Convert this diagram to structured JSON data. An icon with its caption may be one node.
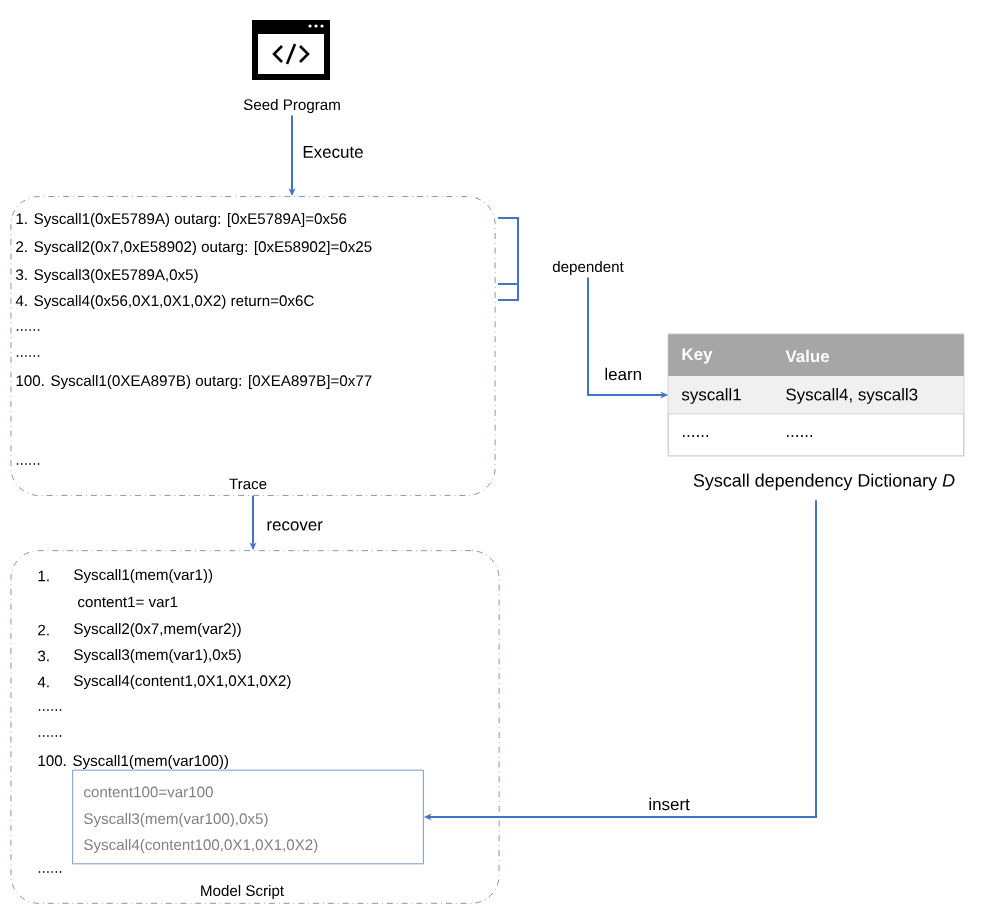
{
  "diagram": {
    "nodes": [
      {
        "text": [
          "Seed Program"
        ]
      },
      {
        "text": [
          "1. Syscall1(0xE5789A) outarg: [0xE5789A]=0x56",
          "2. Syscall2(0x7,0xE58902) outarg: [0xE58902]=0x25",
          "3. Syscall3(0xE5789A,0x5)",
          "4. Syscall4(0x56,0X1,0X1,0X2) return=0x6C",
          "......",
          "......",
          "100. Syscall1(0XEA897B) outarg: [0XEA897B]=0x77",
          "......",
          "Trace"
        ]
      },
      {
        "text": [
          "Key",
          "Value",
          "syscall1",
          "Syscall4, syscall3",
          "......",
          "......"
        ],
        "beside": [
          "Syscall dependency Dictionary *D*"
        ]
      },
      {
        "text": [
          "1.",
          "Syscall1(mem(var1))",
          "content1= var1",
          "2.",
          "Syscall2(0x7,mem(var2))",
          "3.",
          "Syscall3(mem(var1),0x5)",
          "4.",
          "Syscall4(content1,0X1,0X1,0X2)",
          "......",
          "......",
          "100. Syscall1(mem(var100))",
          "......",
          "Model Script"
        ]
      },
      {
        "text": [
          "content100=var100",
          "Syscall3(mem(var100),0x5)",
          "Syscall4(content100,0X1,0X1,0X2)"
        ],
        "in": 3
      },
      {
        "text": [
          "dependent"
        ]
      }
    ],
    "edges": [
      {
        "from": 0,
        "to": 1,
        "arrow": "to",
        "label": "Execute"
      },
      {
        "from": 1,
        "to": 3,
        "arrow": "to",
        "label": "recover"
      },
      {
        "from": 5,
        "to": 2,
        "arrow": "to",
        "label": "learn"
      },
      {
        "from": 2,
        "to": 4,
        "arrow": "to",
        "label": "insert"
      }
    ]
  }
}
